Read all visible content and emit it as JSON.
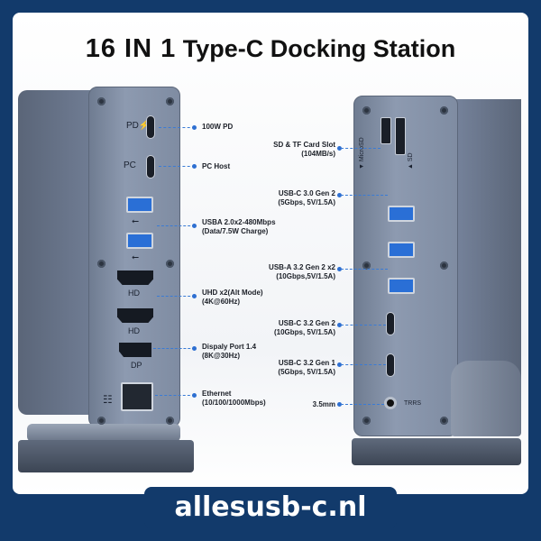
{
  "title": {
    "strong": "16 IN 1",
    "rest": "Type-C Docking Station"
  },
  "left_device": {
    "labels": {
      "pd": "PD⚡",
      "pc": "PC",
      "hd1": "HD",
      "hd2": "HD",
      "dp": "DP"
    },
    "callouts": [
      {
        "line1": "100W PD",
        "line2": ""
      },
      {
        "line1": "PC Host",
        "line2": ""
      },
      {
        "line1": "USBA 2.0x2-480Mbps",
        "line2": "(Data/7.5W Charge)"
      },
      {
        "line1": "UHD x2(Alt Mode)",
        "line2": "(4K@60Hz)"
      },
      {
        "line1": "Dispaly Port 1.4",
        "line2": "(8K@30Hz)"
      },
      {
        "line1": "Ethernet",
        "line2": "(10/100/1000Mbps)"
      }
    ]
  },
  "right_device": {
    "labels": {
      "microsd": "▼ MicroSD",
      "sd": "▲ SD",
      "trrs": "TRRS"
    },
    "callouts": [
      {
        "line1": "SD & TF Card Slot",
        "line2": "(104MB/s)"
      },
      {
        "line1": "USB-C 3.0 Gen 2",
        "line2": "(5Gbps, 5V/1.5A)"
      },
      {
        "line1": "USB-A 3.2 Gen 2 x2",
        "line2": "(10Gbps,5V/1.5A)"
      },
      {
        "line1": "USB-C 3.2 Gen 2",
        "line2": "(10Gbps, 5V/1.5A)"
      },
      {
        "line1": "USB-C 3.2 Gen 1",
        "line2": "(5Gbps, 5V/1.5A)"
      },
      {
        "line1": "3.5mm",
        "line2": ""
      }
    ]
  },
  "brand": "allesusb-c.nl",
  "colors": {
    "frame": "#123a6b",
    "accent": "#2e6fd1",
    "usb_blue": "#2a6fd6"
  }
}
